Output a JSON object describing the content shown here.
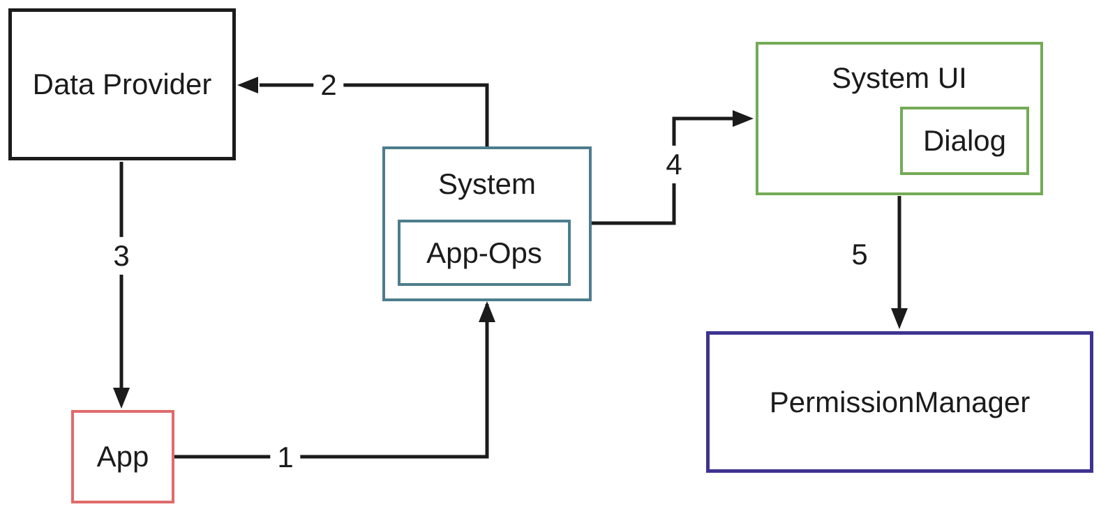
{
  "colors": {
    "background": "#ffffff",
    "text": "#1b1b1b",
    "arrow": "#1b1b1b",
    "data_provider_border": "#1b1b1b",
    "app_border": "#e06b6b",
    "system_border": "#4d7d8d",
    "system_ui_border": "#74aa56",
    "permission_manager_border": "#3d3390"
  },
  "nodes": {
    "data_provider": {
      "label": "Data Provider"
    },
    "app": {
      "label": "App"
    },
    "system": {
      "label": "System"
    },
    "app_ops": {
      "label": "App-Ops"
    },
    "system_ui": {
      "label": "System UI"
    },
    "dialog": {
      "label": "Dialog"
    },
    "permission_manager": {
      "label": "PermissionManager"
    }
  },
  "edges": [
    {
      "label": "1",
      "from": "App",
      "to": "System"
    },
    {
      "label": "2",
      "from": "System",
      "to": "Data Provider"
    },
    {
      "label": "3",
      "from": "Data Provider",
      "to": "App"
    },
    {
      "label": "4",
      "from": "System",
      "to": "System UI"
    },
    {
      "label": "5",
      "from": "System UI",
      "to": "PermissionManager"
    }
  ]
}
